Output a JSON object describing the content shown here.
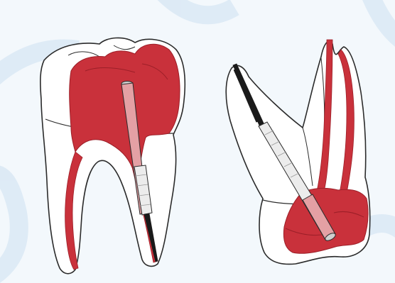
{
  "figure": {
    "colors": {
      "background": "#f3f8fc",
      "watermark": "#dbe9f5",
      "pulp": "#c9313b",
      "pulp_dark": "#9c1f28",
      "tooth": "#ffffff",
      "outline": "#2b2b2b",
      "instrument": "#e8e8e8",
      "instrument_tip": "#1a1a1a"
    },
    "panels": [
      {
        "name": "left-molar",
        "instrument": "endodontic-file-in-canal"
      },
      {
        "name": "right-molar",
        "instrument": "endodontic-file-in-chamber"
      }
    ]
  }
}
